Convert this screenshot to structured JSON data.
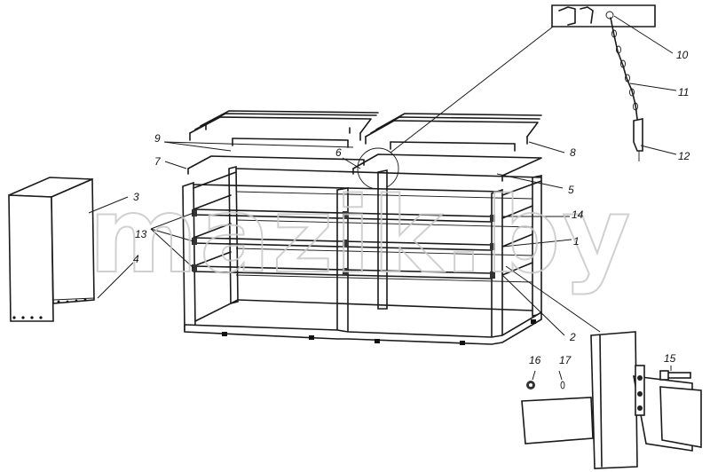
{
  "watermark": "mazik.by",
  "callouts": {
    "c1": "1",
    "c2": "2",
    "c3": "3",
    "c4": "4",
    "c5": "5",
    "c6": "6",
    "c7": "7",
    "c8": "8",
    "c9": "9",
    "c10": "10",
    "c11": "11",
    "c12": "12",
    "c13": "13",
    "c14": "14",
    "c15": "15",
    "c16": "16",
    "c17": "17"
  }
}
